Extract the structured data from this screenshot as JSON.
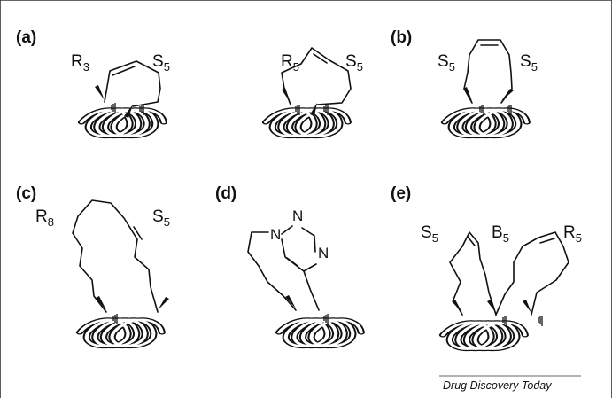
{
  "panels": [
    {
      "id": "a1",
      "label": "(a)",
      "left": {
        "letter": "R",
        "sub": "3"
      },
      "right": {
        "letter": "S",
        "sub": "5"
      }
    },
    {
      "id": "a2",
      "label": "",
      "left": {
        "letter": "R",
        "sub": "5"
      },
      "right": {
        "letter": "S",
        "sub": "5"
      }
    },
    {
      "id": "b",
      "label": "(b)",
      "left": {
        "letter": "S",
        "sub": "5"
      },
      "right": {
        "letter": "S",
        "sub": "5"
      }
    },
    {
      "id": "c",
      "label": "(c)",
      "left": {
        "letter": "R",
        "sub": "8"
      },
      "right": {
        "letter": "S",
        "sub": "5"
      }
    },
    {
      "id": "d",
      "label": "(d)",
      "atoms": [
        "N",
        "N",
        "N"
      ]
    },
    {
      "id": "e",
      "label": "(e)",
      "left": {
        "letter": "S",
        "sub": "5"
      },
      "mid": {
        "letter": "B",
        "sub": "5"
      },
      "right": {
        "letter": "R",
        "sub": "5"
      }
    }
  ],
  "credit": "Drug Discovery Today"
}
